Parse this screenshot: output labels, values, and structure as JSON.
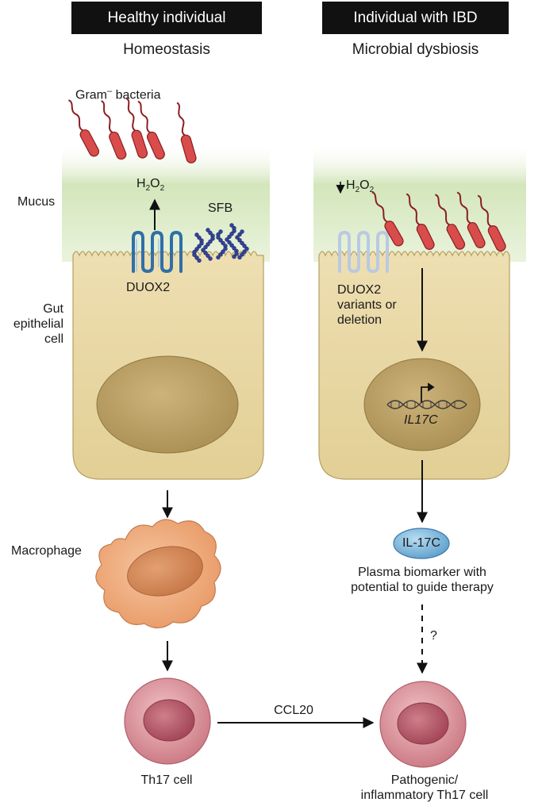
{
  "headers": {
    "left": "Healthy individual",
    "right": "Individual with IBD"
  },
  "subheaders": {
    "left": "Homeostasis",
    "right": "Microbial dysbiosis"
  },
  "labels": {
    "gram_bacteria": "Gram",
    "gram_superscript": "–",
    "gram_bacteria_suffix": "bacteria",
    "mucus": "Mucus",
    "h2o2_left": "H2O2",
    "h2o2_right": "H2O2",
    "h2o2_parts": {
      "h": "H",
      "two": "2",
      "o": "O"
    },
    "sfb": "SFB",
    "duox2_left": "DUOX2",
    "duox2_right_line1": "DUOX2",
    "duox2_right_line2": "variants or",
    "duox2_right_line3": "deletion",
    "gut_line1": "Gut",
    "gut_line2": "epithelial",
    "gut_line3": "cell",
    "il17c_gene": "IL17C",
    "macrophage": "Macrophage",
    "il17c_protein": "IL-17C",
    "plasma_line1": "Plasma biomarker with",
    "plasma_line2": "potential to guide therapy",
    "question": "?",
    "ccl20": "CCL20",
    "th17": "Th17 cell",
    "pathogenic_line1": "Pathogenic/",
    "pathogenic_line2": "inflammatory Th17 cell"
  },
  "colors": {
    "header_bg": "#111111",
    "cell_fill": "#ead9a4",
    "nucleus_fill": "#c3a769",
    "mucus_green": "#cfe4b4",
    "bacteria_red": "#d94c4c",
    "duox2_blue": "#2f6fa8",
    "duox2_faded": "#b8c8e2",
    "sfb_blue": "#33449a",
    "macrophage": "#f3b689",
    "th17": "#e7a8ae",
    "il17c": "#8dbfe0"
  }
}
